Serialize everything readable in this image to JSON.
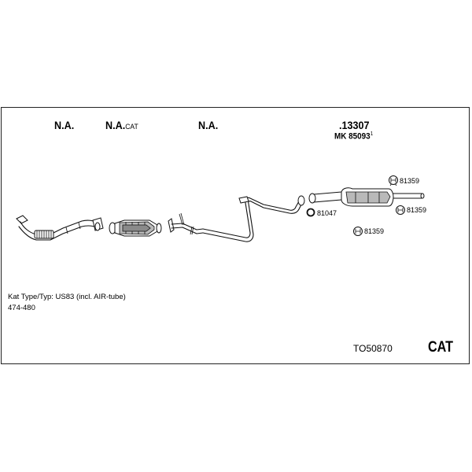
{
  "parts": {
    "pos1": {
      "label": "N.A."
    },
    "pos2": {
      "label": "N.A.",
      "suffix": "CAT"
    },
    "pos3": {
      "label": "N.A."
    },
    "pos4": {
      "number": ".13307",
      "kit_prefix": "MK",
      "kit_number": "85093",
      "kit_mark": "1"
    }
  },
  "hangers": [
    "81359",
    "81359",
    "81359"
  ],
  "gasket": "81047",
  "notes": {
    "line1": "Kat Type/Typ: US83 (incl. AIR-tube)",
    "line2": "474-480"
  },
  "footer": {
    "code": "TO50870",
    "category": "CAT"
  }
}
